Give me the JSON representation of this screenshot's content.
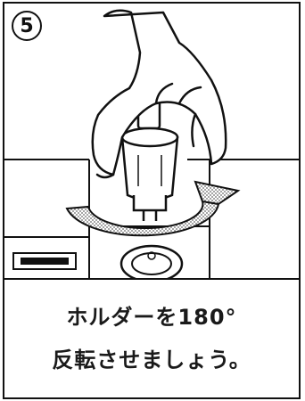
{
  "step": {
    "number": "5"
  },
  "caption": {
    "line1": "ホルダーを180°",
    "line2": "反転させましょう。"
  },
  "colors": {
    "ink": "#111111",
    "dotted_arrow": "#bdbdbd",
    "panel": "#ffffff"
  },
  "icons": [
    "hand-icon",
    "holder-icon",
    "rotation-arrow-icon",
    "machine-dial-icon"
  ]
}
